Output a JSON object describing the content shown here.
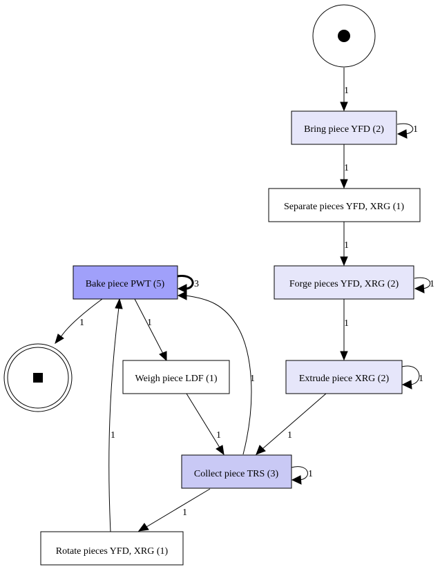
{
  "colors": {
    "level_1": "#ffffff",
    "level_2": "#e6e6fa",
    "level_3": "#c9c9f5",
    "level_5": "#a0a0fa"
  },
  "start_node": {
    "icon": "filled-circle-icon"
  },
  "end_node": {
    "icon": "filled-square-icon"
  },
  "nodes": {
    "bring": {
      "label": "Bring piece YFD (2)"
    },
    "separate": {
      "label": "Separate pieces YFD, XRG (1)"
    },
    "forge": {
      "label": "Forge pieces YFD, XRG (2)"
    },
    "extrude": {
      "label": "Extrude piece XRG (2)"
    },
    "collect": {
      "label": "Collect piece TRS (3)"
    },
    "bake": {
      "label": "Bake piece PWT (5)"
    },
    "weigh": {
      "label": "Weigh piece LDF (1)"
    },
    "rotate": {
      "label": "Rotate pieces YFD, XRG (1)"
    }
  },
  "edges": {
    "start_bring": "1",
    "bring_self": "1",
    "bring_separate": "1",
    "separate_forge": "1",
    "forge_self": "1",
    "forge_extrude": "1",
    "extrude_self": "1",
    "extrude_collect": "1",
    "collect_self": "1",
    "collect_bake": "1",
    "collect_rotate": "1",
    "rotate_bake": "1",
    "bake_self": "3",
    "bake_end": "1",
    "bake_weigh": "1",
    "weigh_collect": "1"
  }
}
